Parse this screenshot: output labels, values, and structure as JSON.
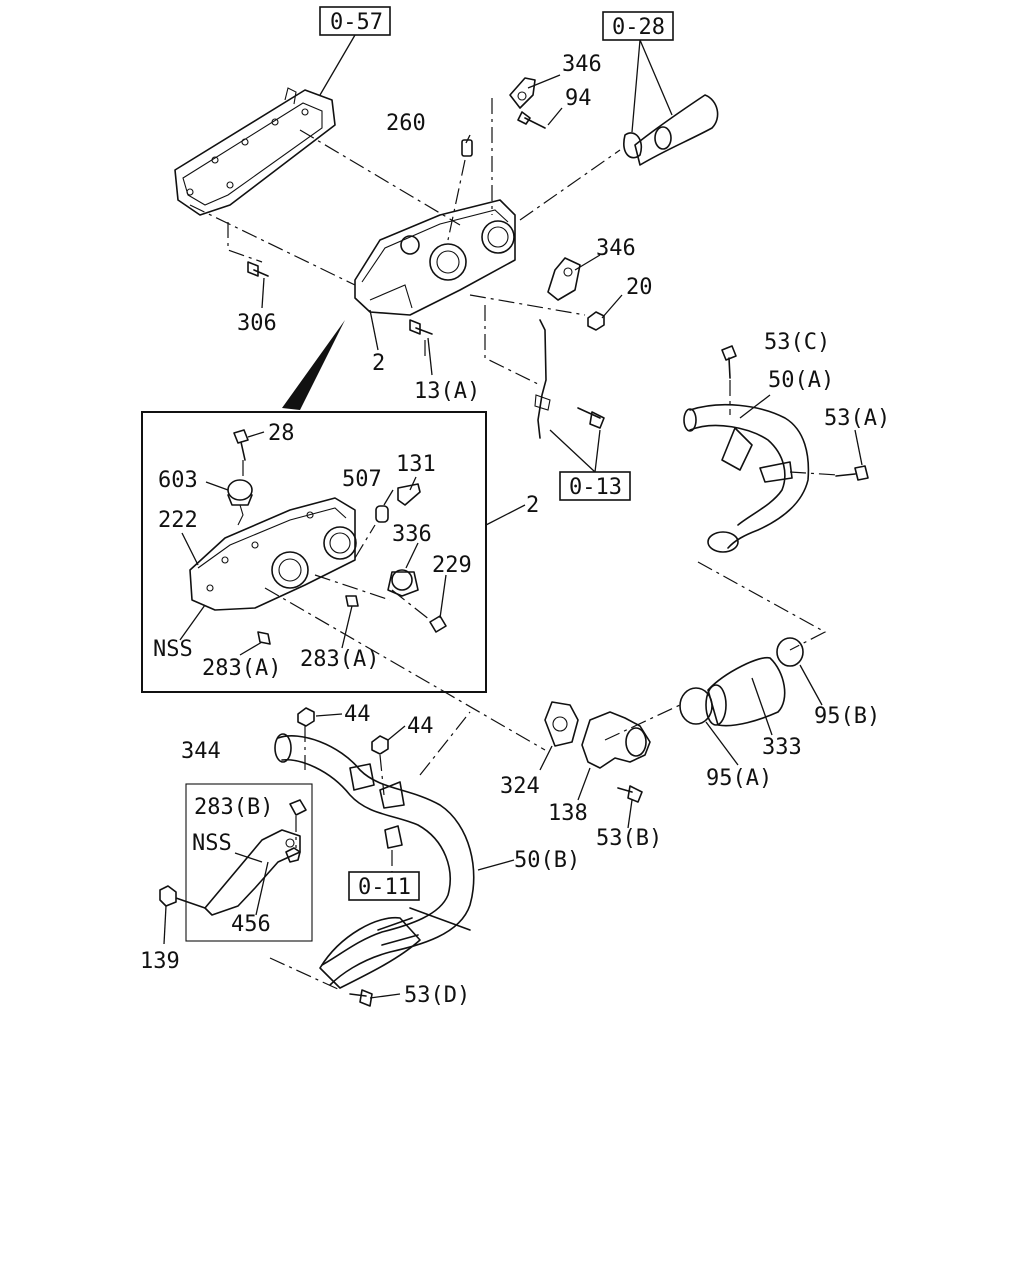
{
  "colors": {
    "ink": "#111111",
    "paper": "#ffffff"
  },
  "refs": {
    "r057": "0-57",
    "r028": "0-28",
    "r013": "0-13",
    "r011": "0-11"
  },
  "labels": {
    "p346a": "346",
    "p94": "94",
    "p260": "260",
    "p346b": "346",
    "p20": "20",
    "p306": "306",
    "p2a": "2",
    "p13a": "13(A)",
    "p53c": "53(C)",
    "p50a": "50(A)",
    "p53a": "53(A)",
    "p28": "28",
    "p603": "603",
    "p507": "507",
    "p131": "131",
    "p2b": "2",
    "p222": "222",
    "p336": "336",
    "p229": "229",
    "pnss1": "NSS",
    "p283a1": "283(A)",
    "p283a2": "283(A)",
    "p44a": "44",
    "p44b": "44",
    "p344": "344",
    "p283b": "283(B)",
    "pnss2": "NSS",
    "p456": "456",
    "p139": "139",
    "p324": "324",
    "p138": "138",
    "p53b": "53(B)",
    "p95a": "95(A)",
    "p333": "333",
    "p95b": "95(B)",
    "p50b": "50(B)",
    "p53d": "53(D)"
  }
}
